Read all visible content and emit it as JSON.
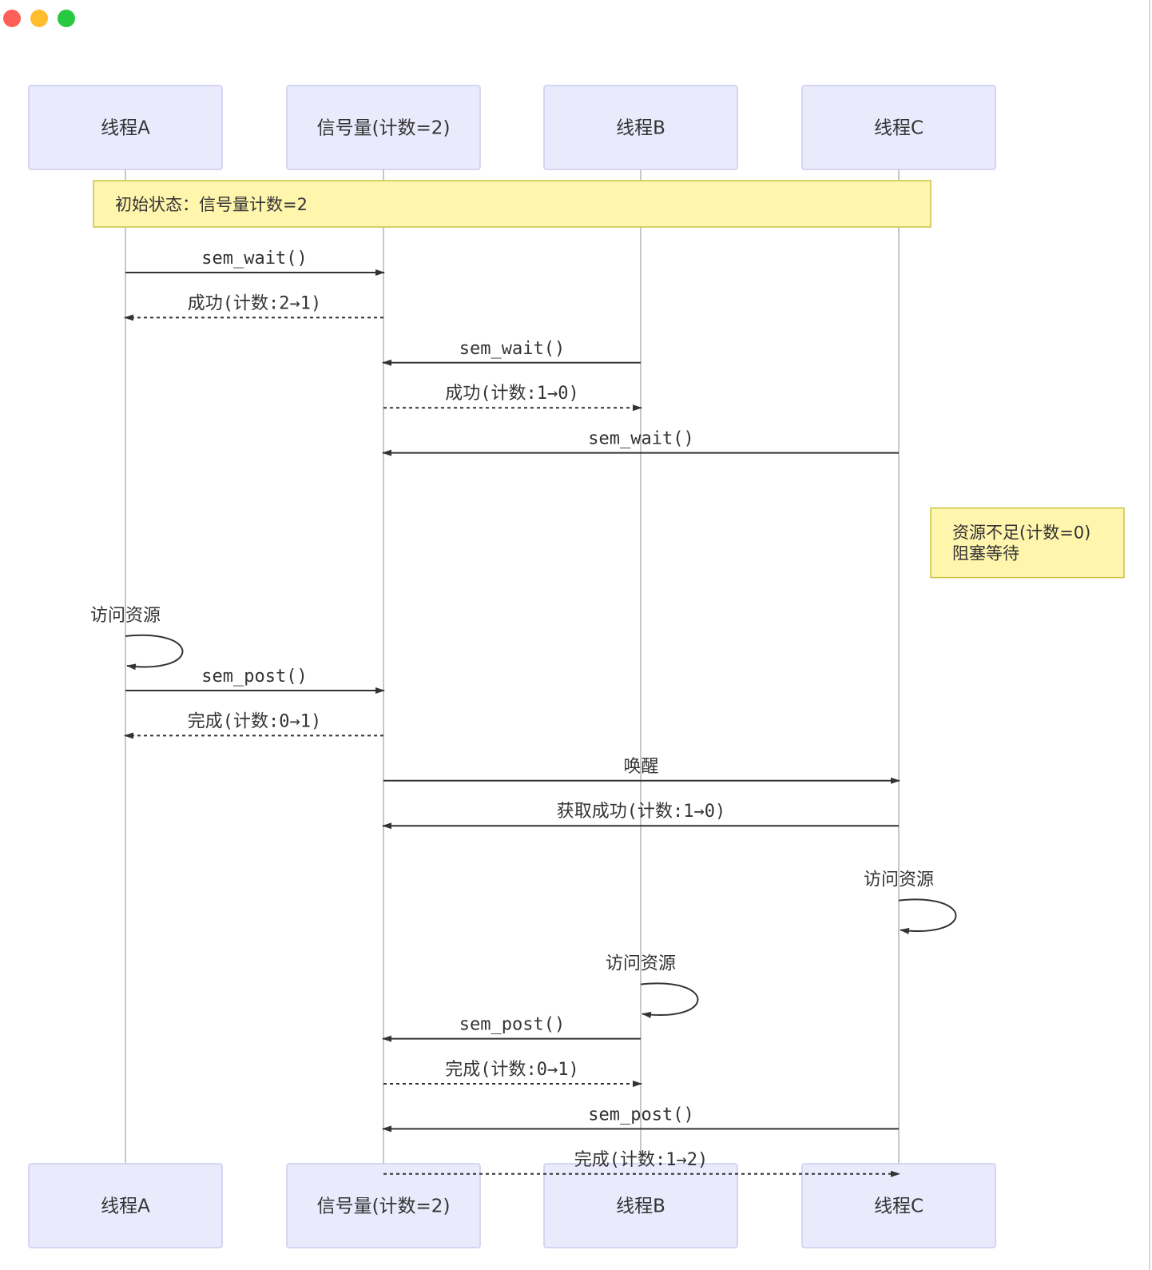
{
  "window_controls": {
    "close_color": "#ff5f57",
    "minimize_color": "#febc2e",
    "zoom_color": "#28c840"
  },
  "colors": {
    "actor_fill": "#eaeafd",
    "actor_stroke": "#ccccf0",
    "note_fill": "#fff5ad",
    "note_stroke": "#c9c442",
    "lifeline": "#b5b5b5",
    "arrow": "#333333"
  },
  "participants": [
    {
      "id": "A",
      "label": "线程A"
    },
    {
      "id": "S",
      "label": "信号量(计数=2)"
    },
    {
      "id": "B",
      "label": "线程B"
    },
    {
      "id": "C",
      "label": "线程C"
    }
  ],
  "events": [
    {
      "kind": "note",
      "lines": [
        "初始状态：信号量计数=2"
      ],
      "over": [
        "A",
        "C"
      ]
    },
    {
      "kind": "message",
      "from": "A",
      "to": "S",
      "label": "sem_wait()",
      "style": "solid"
    },
    {
      "kind": "message",
      "from": "S",
      "to": "A",
      "label": "成功(计数:2→1)",
      "style": "dashed"
    },
    {
      "kind": "message",
      "from": "B",
      "to": "S",
      "label": "sem_wait()",
      "style": "solid"
    },
    {
      "kind": "message",
      "from": "S",
      "to": "B",
      "label": "成功(计数:1→0)",
      "style": "dashed"
    },
    {
      "kind": "message",
      "from": "C",
      "to": "S",
      "label": "sem_wait()",
      "style": "solid"
    },
    {
      "kind": "note",
      "lines": [
        "资源不足(计数=0)",
        "阻塞等待"
      ],
      "right_of": "C"
    },
    {
      "kind": "self",
      "on": "A",
      "label": "访问资源"
    },
    {
      "kind": "message",
      "from": "A",
      "to": "S",
      "label": "sem_post()",
      "style": "solid"
    },
    {
      "kind": "message",
      "from": "S",
      "to": "A",
      "label": "完成(计数:0→1)",
      "style": "dashed"
    },
    {
      "kind": "message",
      "from": "S",
      "to": "C",
      "label": "唤醒",
      "style": "solid"
    },
    {
      "kind": "message",
      "from": "C",
      "to": "S",
      "label": "获取成功(计数:1→0)",
      "style": "solid"
    },
    {
      "kind": "self",
      "on": "C",
      "label": "访问资源"
    },
    {
      "kind": "self",
      "on": "B",
      "label": "访问资源"
    },
    {
      "kind": "message",
      "from": "B",
      "to": "S",
      "label": "sem_post()",
      "style": "solid"
    },
    {
      "kind": "message",
      "from": "S",
      "to": "B",
      "label": "完成(计数:0→1)",
      "style": "dashed"
    },
    {
      "kind": "message",
      "from": "C",
      "to": "S",
      "label": "sem_post()",
      "style": "solid"
    },
    {
      "kind": "message",
      "from": "S",
      "to": "C",
      "label": "完成(计数:1→2)",
      "style": "dashed"
    }
  ]
}
